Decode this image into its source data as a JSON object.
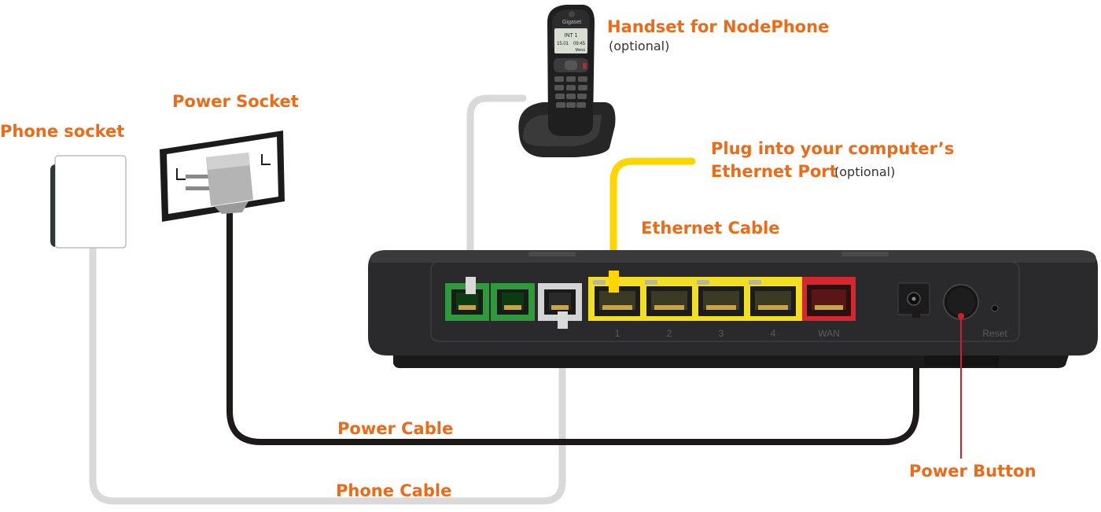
{
  "labels": {
    "handset_title": "Handset for NodePhone",
    "handset_sub": "(optional)",
    "power_socket": "Power Socket",
    "phone_socket": "Phone socket",
    "plug_line1": "Plug into your computer’s",
    "plug_line2": "Ethernet Port",
    "plug_sub": "(optional)",
    "ethernet_cable": "Ethernet Cable",
    "power_cable": "Power Cable",
    "phone_cable": "Phone Cable",
    "power_button": "Power Button"
  },
  "router": {
    "port_1": "1",
    "port_2": "2",
    "port_3": "3",
    "port_4": "4",
    "wan": "WAN",
    "reset": "Reset"
  },
  "handset": {
    "brand": "Gigaset",
    "screen_line1": "INT 1",
    "screen_line2": "15.01",
    "screen_line3": "09:45",
    "screen_menu": "Menü"
  },
  "colors": {
    "accent": "#ee6a17",
    "ethernet_cable": "#ffd500",
    "phone_cable": "#d9d9d9",
    "power_cable": "#1e1a1a",
    "router_body": "#2a2a2c",
    "voice_port": "#2f9a3c",
    "ethernet_port": "#f2df23",
    "wan_port": "#d6262e",
    "power_button_line": "#d21d2a"
  }
}
